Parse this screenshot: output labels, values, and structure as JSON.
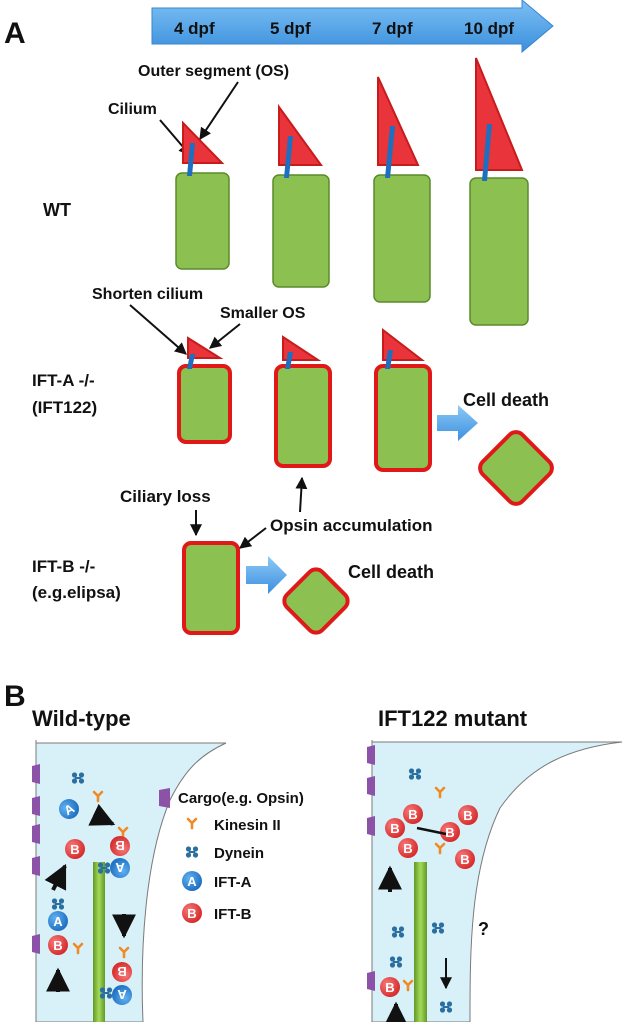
{
  "panel_a": {
    "label": "A",
    "timeline": [
      "4 dpf",
      "5 dpf",
      "7 dpf",
      "10 dpf"
    ],
    "outer_segment": "Outer segment  (OS)",
    "cilium": "Cilium",
    "wt": "WT",
    "shorten_cilium": "Shorten cilium",
    "smaller_os": "Smaller OS",
    "ift_a": "IFT-A -/-",
    "ift_a_gene": "(IFT122)",
    "cell_death_1": "Cell death",
    "ciliary_loss": "Ciliary loss",
    "opsin_accumulation": "Opsin accumulation",
    "ift_b": "IFT-B -/-",
    "ift_b_gene": "(e.g.elipsa)",
    "cell_death_2": "Cell death"
  },
  "panel_b": {
    "label": "B",
    "wild_type": "Wild-type",
    "mutant": "IFT122 mutant",
    "question": "?",
    "ball_a": "A",
    "ball_b": "B",
    "legend": [
      {
        "key": "cargo",
        "label": "Cargo(e.g. Opsin)"
      },
      {
        "key": "kinesin",
        "label": "Kinesin II"
      },
      {
        "key": "dynein",
        "label": "Dynein"
      },
      {
        "key": "ift_a",
        "label": "IFT-A"
      },
      {
        "key": "ift_b",
        "label": "IFT-B"
      }
    ]
  },
  "colors": {
    "timeline": "#4a9ae0",
    "outer_segment": "#e8343a",
    "cilium": "#1e6fc0",
    "cell_body": "#8cc152",
    "cell_border_wt": "#5a8a2a",
    "cell_border_mutant": "#e01818",
    "cytoplasm": "#d8f0f8",
    "cargo": "#8c52a8",
    "kinesin": "#f08a24",
    "dynein": "#2a6fa0",
    "ift_a": "#2a7cc8",
    "ift_b": "#e23a3a"
  }
}
